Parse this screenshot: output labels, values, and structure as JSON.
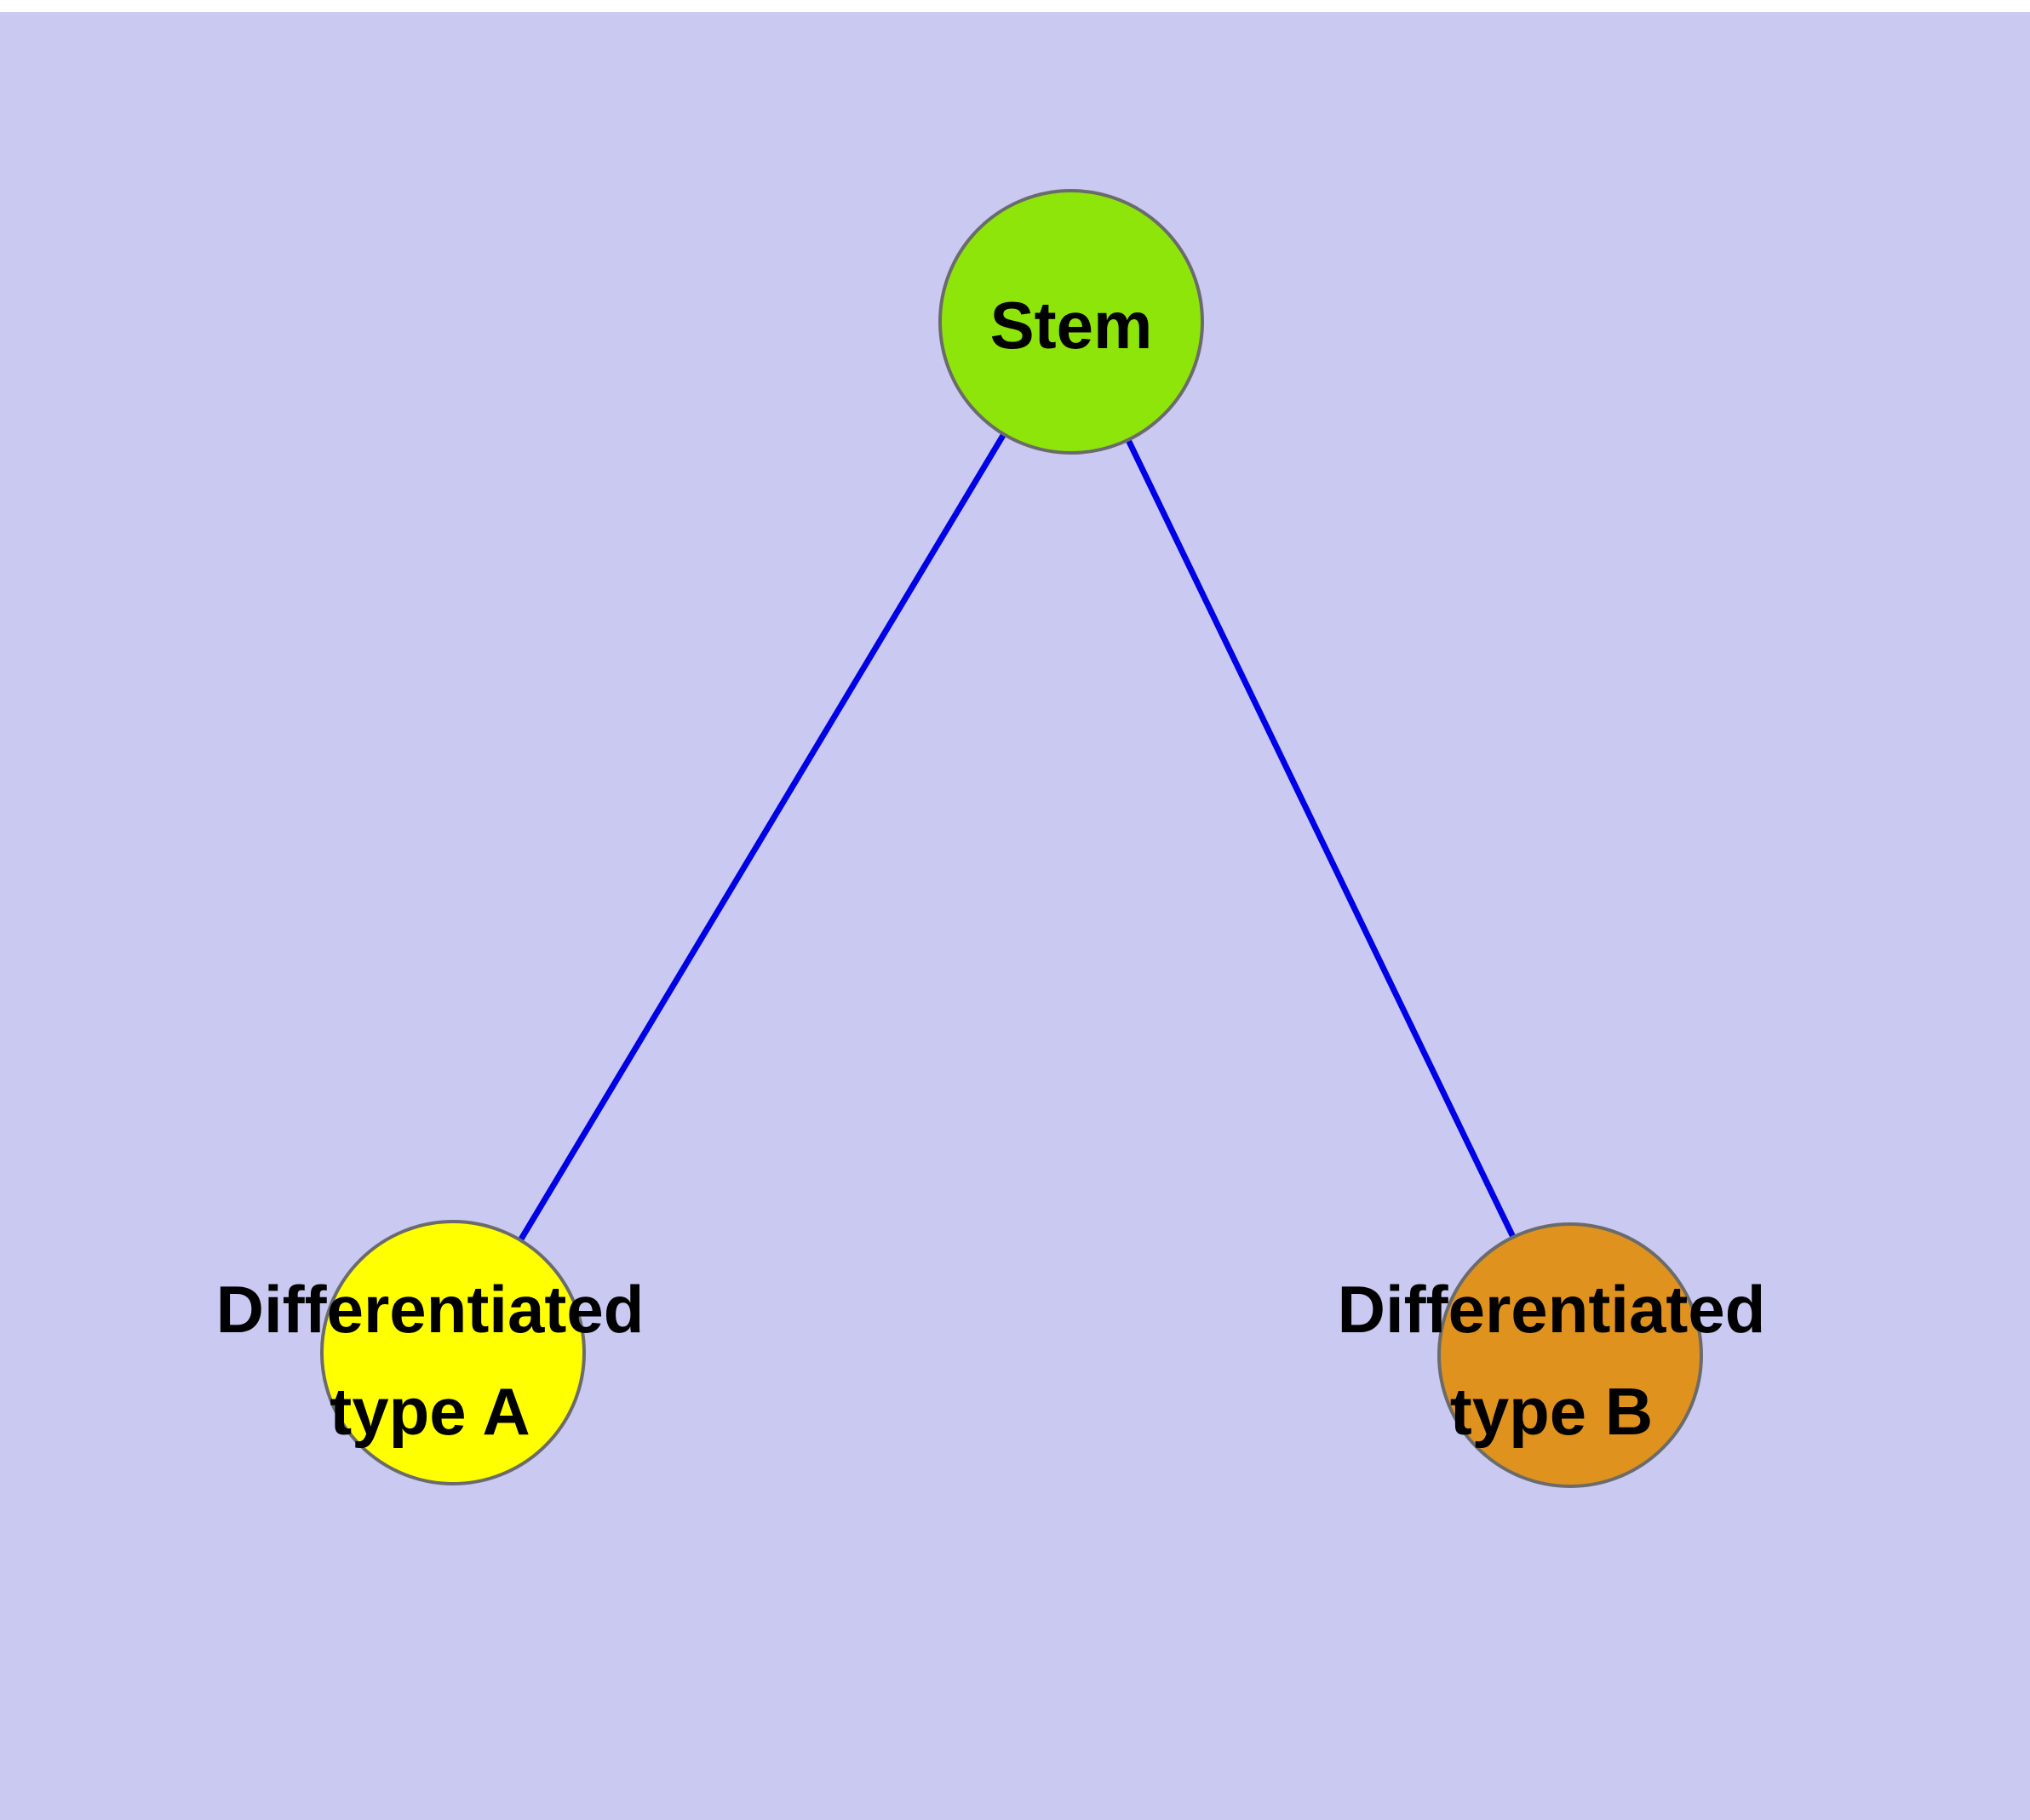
{
  "diagram": {
    "type": "graph",
    "background_color": "#c9c9f2",
    "edge_color": "#0000e6",
    "node_border_color": "#6b6b6b",
    "nodes": [
      {
        "id": "stem",
        "label": "Stem",
        "fill": "#8de509"
      },
      {
        "id": "differentiated_type_a",
        "label": "Differentiated type A",
        "lines": [
          "Differentiated",
          "type A"
        ],
        "fill": "#ffff00"
      },
      {
        "id": "differentiated_type_b",
        "label": "Differentiated type B",
        "lines": [
          "Differentiated",
          "type B"
        ],
        "fill": "#e0921e"
      }
    ],
    "edges": [
      {
        "from": "stem",
        "to": "differentiated_type_a"
      },
      {
        "from": "stem",
        "to": "differentiated_type_b"
      }
    ]
  }
}
